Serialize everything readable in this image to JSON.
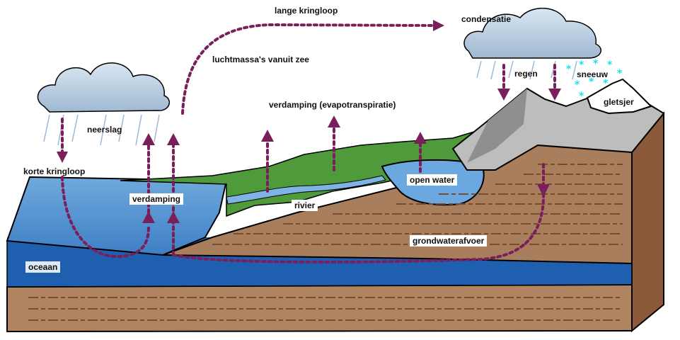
{
  "diagram": {
    "labels": {
      "lange_kringloop": "lange kringloop",
      "condensatie": "condensatie",
      "luchtmassas": "luchtmassa's vanuit zee",
      "regen": "regen",
      "sneeuw": "sneeuw",
      "gletsjer": "gletsjer",
      "verdamping_evapo": "verdamping (evapotranspiratie)",
      "neerslag": "neerslag",
      "korte_kringloop": "korte kringloop",
      "open_water": "open water",
      "verdamping": "verdamping",
      "rivier": "rivier",
      "grondwaterafvoer": "grondwaterafvoer",
      "oceaan": "oceaan"
    },
    "colors": {
      "arrow": "#7a1f5c",
      "ocean_light": "#5b9bd5",
      "ocean_deep": "#1f5fb0",
      "land_green": "#4f9a3a",
      "soil": "#a47b5a",
      "soil_dark": "#7a4e2d",
      "rock": "#b8b8b8",
      "snow": "#ffffff",
      "cloud": "#b9cde0",
      "snowflake": "#19e0f0"
    }
  }
}
